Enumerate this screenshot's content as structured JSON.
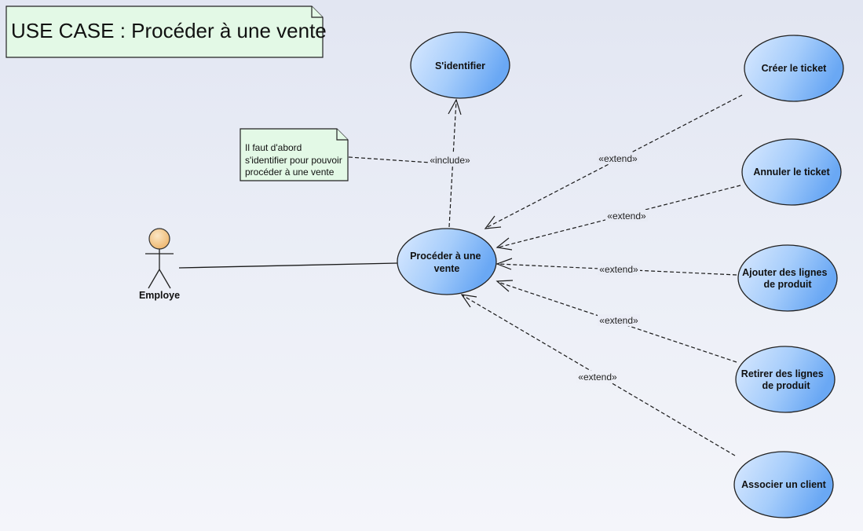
{
  "title": "USE CASE : Procéder à une vente",
  "actor": {
    "label": "Employe"
  },
  "note": {
    "lines": [
      "Il faut d'abord",
      "s'identifier pour pouvoir",
      "procéder à une vente"
    ]
  },
  "use_cases": {
    "main": [
      "Procéder à une",
      "vente"
    ],
    "identify": [
      "S'identifier"
    ],
    "create_ticket": [
      "Créer le ticket"
    ],
    "cancel_ticket": [
      "Annuler le ticket"
    ],
    "add_lines": [
      "Ajouter des lignes",
      "de produit"
    ],
    "remove_lines": [
      "Retirer des lignes",
      "de produit"
    ],
    "associate_client": [
      "Associer un client"
    ]
  },
  "relations": {
    "include": "«include»",
    "extend_create": "«extend»",
    "extend_cancel": "«extend»",
    "extend_add": "«extend»",
    "extend_remove": "«extend»",
    "extend_client": "«extend»"
  },
  "colors": {
    "usecase_light": "#dbeaff",
    "usecase_dark": "#6aa8f4",
    "note_fill": "#e3f9e6",
    "actor_head": "#f5c98a"
  }
}
